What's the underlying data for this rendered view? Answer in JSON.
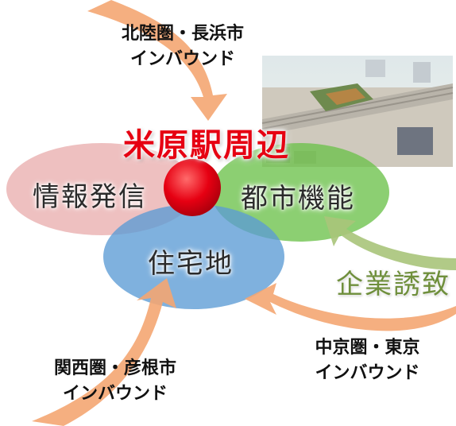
{
  "center": {
    "title": "米原駅周辺"
  },
  "regions": {
    "info": "情報発信",
    "urban": "都市機能",
    "residential": "住宅地"
  },
  "flows": {
    "north": {
      "line1": "北陸圏・長浜市",
      "line2": "インバウンド"
    },
    "southwest": {
      "line1": "関西圏・彦根市",
      "line2": "インバウンド"
    },
    "southeast": {
      "line1": "中京圏・東京",
      "line2": "インバウンド"
    },
    "east": {
      "label": "企業誘致"
    }
  },
  "colors": {
    "center_title": "#e60012",
    "center_dot": "#e60012",
    "info_ellipse": "#e8a8a8",
    "urban_ellipse": "#6cc24a",
    "residential_ellipse": "#5b9bd5",
    "inbound_arrow": "#f4a672",
    "invite_arrow": "#a8c47a"
  }
}
